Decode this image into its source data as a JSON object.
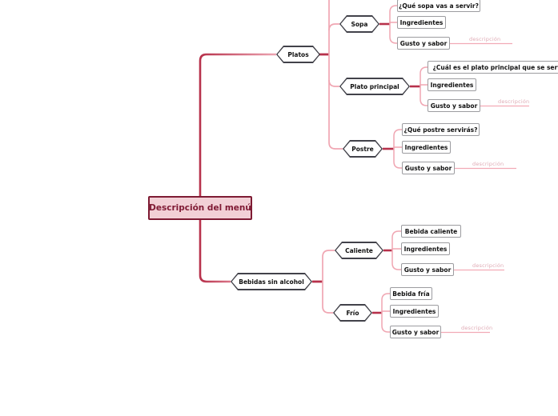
{
  "canvas": {
    "background": "#ffffff"
  },
  "colors": {
    "root_fill": "#f2d0d6",
    "root_border": "#7e1b33",
    "root_text": "#7f1a34",
    "trunk_line": "#b7314b",
    "branch_line": "#f0a6b2",
    "hexagon_border": "#42424a",
    "box_border": "#9c9ca0",
    "placeholder_text": "#dfaab4"
  },
  "map": {
    "root": "Descripción del menú",
    "branches": [
      {
        "label": "Platos",
        "children": [
          {
            "label": "Sopa",
            "items": [
              {
                "label": "¿Qué sopa vas a servir?"
              },
              {
                "label": "Ingredientes"
              },
              {
                "label": "Gusto y sabor",
                "placeholder": "descripción"
              }
            ]
          },
          {
            "label": "Plato principal",
            "items": [
              {
                "label": "¿Cuál es el plato principal que se servirá"
              },
              {
                "label": "Ingredientes"
              },
              {
                "label": "Gusto y sabor",
                "placeholder": "descripción"
              }
            ]
          },
          {
            "label": "Postre",
            "items": [
              {
                "label": "¿Qué postre servirás?"
              },
              {
                "label": "Ingredientes"
              },
              {
                "label": "Gusto y sabor",
                "placeholder": "descripción"
              }
            ]
          }
        ]
      },
      {
        "label": "Bebidas sin alcohol",
        "children": [
          {
            "label": "Caliente",
            "items": [
              {
                "label": "Bebida caliente"
              },
              {
                "label": "Ingredientes"
              },
              {
                "label": "Gusto y sabor",
                "placeholder": "descripción"
              }
            ]
          },
          {
            "label": "Frío",
            "items": [
              {
                "label": "Bebida fría"
              },
              {
                "label": "Ingredientes"
              },
              {
                "label": "Gusto y sabor",
                "placeholder": "descripción"
              }
            ]
          }
        ]
      }
    ]
  }
}
